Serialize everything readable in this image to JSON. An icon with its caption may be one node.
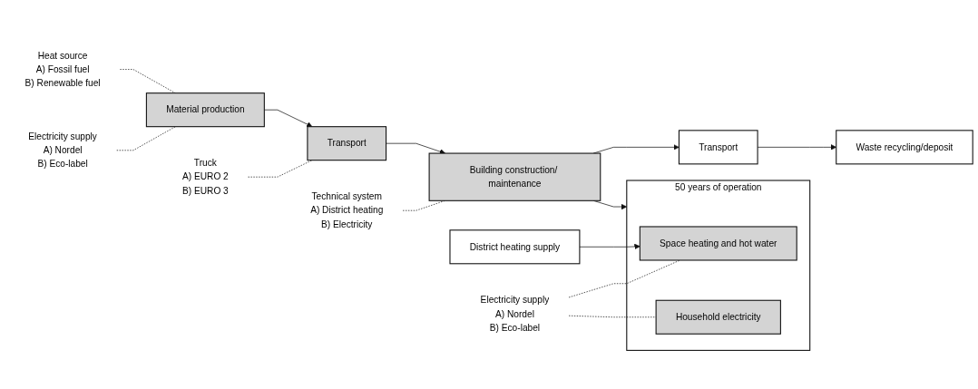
{
  "diagram": {
    "nodes": [
      {
        "text": [
          "Material production"
        ]
      },
      {
        "text": [
          "Transport"
        ]
      },
      {
        "text": [
          "Building construction/ maintenance"
        ]
      },
      {
        "text": [
          "Transport"
        ]
      },
      {
        "text": [
          "Waste recycling/deposit"
        ]
      },
      {
        "text": [
          "District heating supply"
        ]
      },
      {
        "text": [
          "50 years of operation"
        ]
      },
      {
        "text": [
          "Space heating and hot water"
        ],
        "in": 6
      },
      {
        "text": [
          "Household electricity"
        ],
        "in": 6
      },
      {
        "text": [
          "Heat source",
          "A) Fossil fuel",
          "B) Renewable fuel"
        ]
      },
      {
        "text": [
          "Electricity supply",
          "A) Nordel",
          "B) Eco-label"
        ]
      },
      {
        "text": [
          "Truck",
          "A) EURO 2",
          "B) EURO 3"
        ]
      },
      {
        "text": [
          "Technical system",
          "A) District heating",
          "B) Electricity"
        ]
      },
      {
        "text": [
          "Electricity supply",
          "A) Nordel",
          "B) Eco-label"
        ]
      }
    ],
    "edges": [
      {
        "from": 0,
        "to": 1,
        "arrow": "to"
      },
      {
        "from": 1,
        "to": 2,
        "arrow": "to"
      },
      {
        "from": 2,
        "to": 6,
        "arrow": "to"
      },
      {
        "from": 2,
        "to": 3,
        "arrow": "to"
      },
      {
        "from": 3,
        "to": 4,
        "arrow": "to"
      },
      {
        "from": 5,
        "to": 7,
        "arrow": "to"
      },
      {
        "from": 9,
        "to": 0,
        "arrow": "none",
        "style": "dashed"
      },
      {
        "from": 10,
        "to": 0,
        "arrow": "none",
        "style": "dashed"
      },
      {
        "from": 11,
        "to": 1,
        "arrow": "none",
        "style": "dashed"
      },
      {
        "from": 12,
        "to": 2,
        "arrow": "none",
        "style": "dashed"
      },
      {
        "from": 13,
        "to": 7,
        "arrow": "none",
        "style": "dashed"
      },
      {
        "from": 13,
        "to": 8,
        "arrow": "none",
        "style": "dashed"
      }
    ]
  }
}
